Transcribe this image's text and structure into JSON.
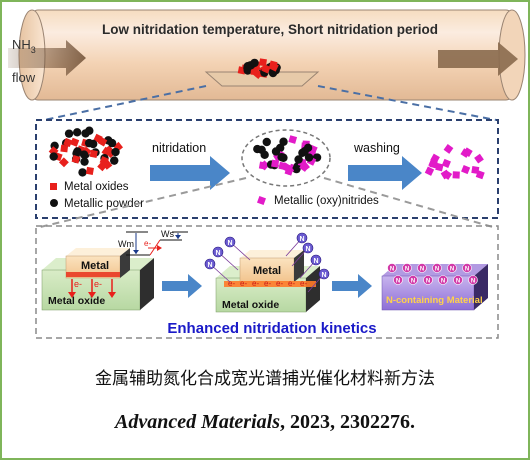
{
  "tube": {
    "title": "Low nitridation temperature, Short nitridation period",
    "gas_label": "NH3",
    "gas_formula_main": "NH",
    "gas_formula_sub": "3",
    "flow_label": "flow"
  },
  "process": {
    "step1_label": "nitridation",
    "step2_label": "washing",
    "legend": {
      "metal_oxides": "Metal oxides",
      "metallic_powder": "Metallic powder",
      "metallic_oxynitrides": "Metallic (oxy)nitrides"
    }
  },
  "mechanism": {
    "metal_label": "Metal",
    "oxide_label": "Metal oxide",
    "wm_label": "Wm",
    "ws_label": "Ws",
    "electron": "e-",
    "n_atom": "N",
    "product_label": "N-containing Material",
    "kinetics_label": "Enhanced nitridation kinetics"
  },
  "colors": {
    "oxide_particle": "#e8201c",
    "metal_particle": "#111111",
    "oxynitride_particle": "#e21bc8",
    "process_arrow": "#4a86c8",
    "kinetics_text": "#1a1ac8",
    "frame_border": "#7fb55a"
  },
  "caption": {
    "chinese": "金属辅助氮化合成宽光谱捕光催化材料新方法",
    "journal": "Advanced Materials",
    "citation_rest": ", 2023, 2302276."
  }
}
